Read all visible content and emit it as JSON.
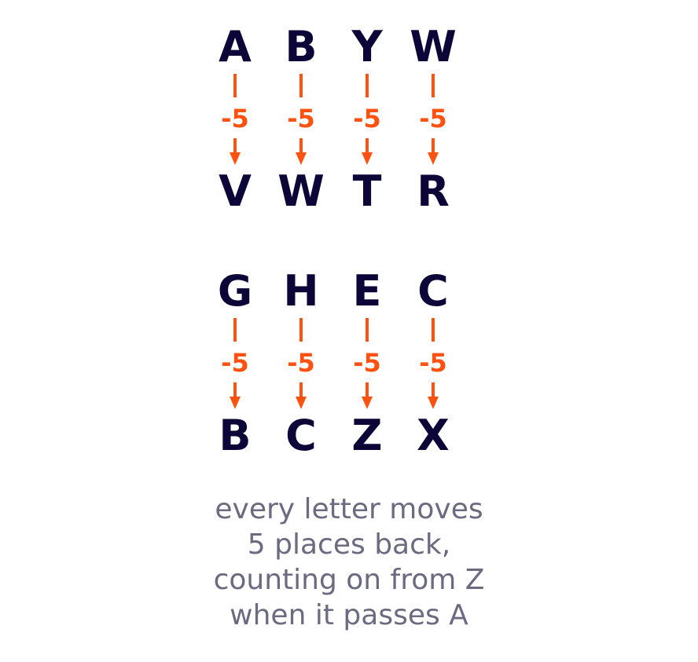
{
  "colors": {
    "letter": "#0b0637",
    "accent": "#ff5210",
    "caption": "#6b6a80",
    "background": "#ffffff"
  },
  "groups": [
    {
      "pairs": [
        {
          "from": "A",
          "shift": "-5",
          "to": "V"
        },
        {
          "from": "B",
          "shift": "-5",
          "to": "W"
        },
        {
          "from": "Y",
          "shift": "-5",
          "to": "T"
        },
        {
          "from": "W",
          "shift": "-5",
          "to": "R"
        }
      ]
    },
    {
      "pairs": [
        {
          "from": "G",
          "shift": "-5",
          "to": "B"
        },
        {
          "from": "H",
          "shift": "-5",
          "to": "C"
        },
        {
          "from": "E",
          "shift": "-5",
          "to": "Z"
        },
        {
          "from": "C",
          "shift": "-5",
          "to": "X"
        }
      ]
    }
  ],
  "caption": {
    "lines": [
      "every letter moves",
      "5 places back,",
      "counting on from Z",
      "when it passes A"
    ]
  }
}
